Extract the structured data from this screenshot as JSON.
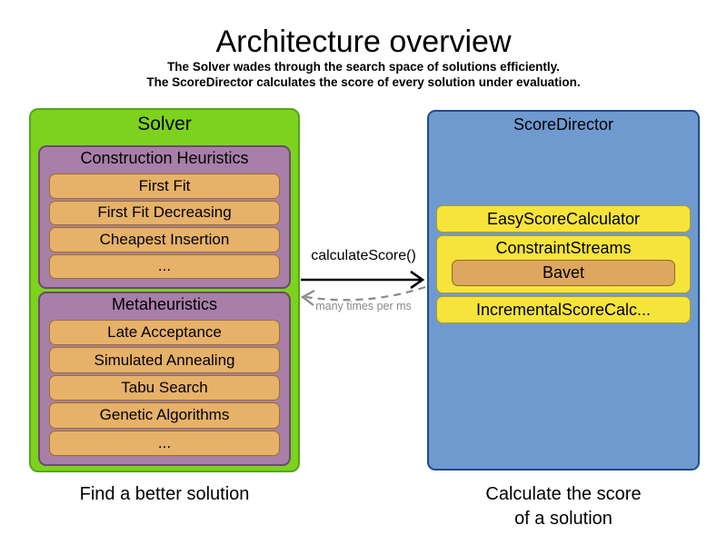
{
  "header": {
    "title": "Architecture overview",
    "subtitle1": "The Solver wades through the search space of solutions efficiently.",
    "subtitle2": "The ScoreDirector calculates the score of every solution under evaluation."
  },
  "solver": {
    "label": "Solver",
    "caption": "Find a better solution",
    "construction_heuristics": {
      "label": "Construction Heuristics",
      "items": [
        "First Fit",
        "First Fit Decreasing",
        "Cheapest Insertion",
        "..."
      ]
    },
    "metaheuristics": {
      "label": "Metaheuristics",
      "items": [
        "Late Acceptance",
        "Simulated Annealing",
        "Tabu Search",
        "Genetic Algorithms",
        "..."
      ]
    }
  },
  "score_director": {
    "label": "ScoreDirector",
    "caption_line1": "Calculate the score",
    "caption_line2": "of a solution",
    "calculators": {
      "easy": "EasyScoreCalculator",
      "constraint_streams": "ConstraintStreams",
      "bavet": "Bavet",
      "incremental": "IncrementalScoreCalc..."
    }
  },
  "arrows": {
    "call_label": "calculateScore()",
    "return_label": "many times per ms"
  },
  "colors": {
    "green": "#7dd21e",
    "green_border": "#56a617",
    "purple": "#a87fa8",
    "purple_border": "#6b4a70",
    "orange": "#e6b169",
    "orange_border": "#9c7121",
    "blue": "#6f9ad0",
    "blue_border": "#1f4c8f",
    "yellow": "#f6e43b",
    "yellow_border": "#b09d1b",
    "bavet": "#dda75f",
    "bavet_border": "#8e6c20",
    "gray": "#8a8a8a"
  }
}
